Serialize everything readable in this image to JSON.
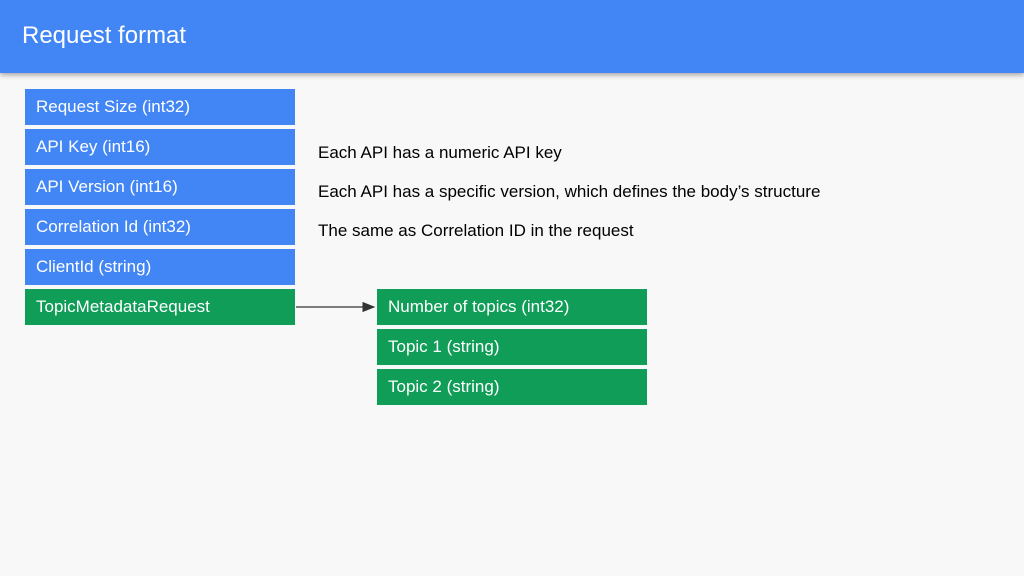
{
  "header": {
    "title": "Request format"
  },
  "request_fields": [
    {
      "label": "Request Size (int32)",
      "color": "#4285f4"
    },
    {
      "label": "API Key (int16)",
      "color": "#4285f4"
    },
    {
      "label": "API Version (int16)",
      "color": "#4285f4"
    },
    {
      "label": "Correlation Id (int32)",
      "color": "#4285f4"
    },
    {
      "label": "ClientId (string)",
      "color": "#4285f4"
    },
    {
      "label": "TopicMetadataRequest",
      "color": "#0f9d58"
    }
  ],
  "descriptions": [
    "Each API has a numeric API key",
    "Each API has a specific version, which defines the body’s structure",
    "The same as Correlation ID in the request"
  ],
  "body_fields": [
    {
      "label": "Number of topics (int32)",
      "color": "#0f9d58"
    },
    {
      "label": "Topic 1 (string)",
      "color": "#0f9d58"
    },
    {
      "label": "Topic 2 (string)",
      "color": "#0f9d58"
    }
  ],
  "connector": {
    "from": "TopicMetadataRequest",
    "to": "Number of topics (int32)"
  }
}
